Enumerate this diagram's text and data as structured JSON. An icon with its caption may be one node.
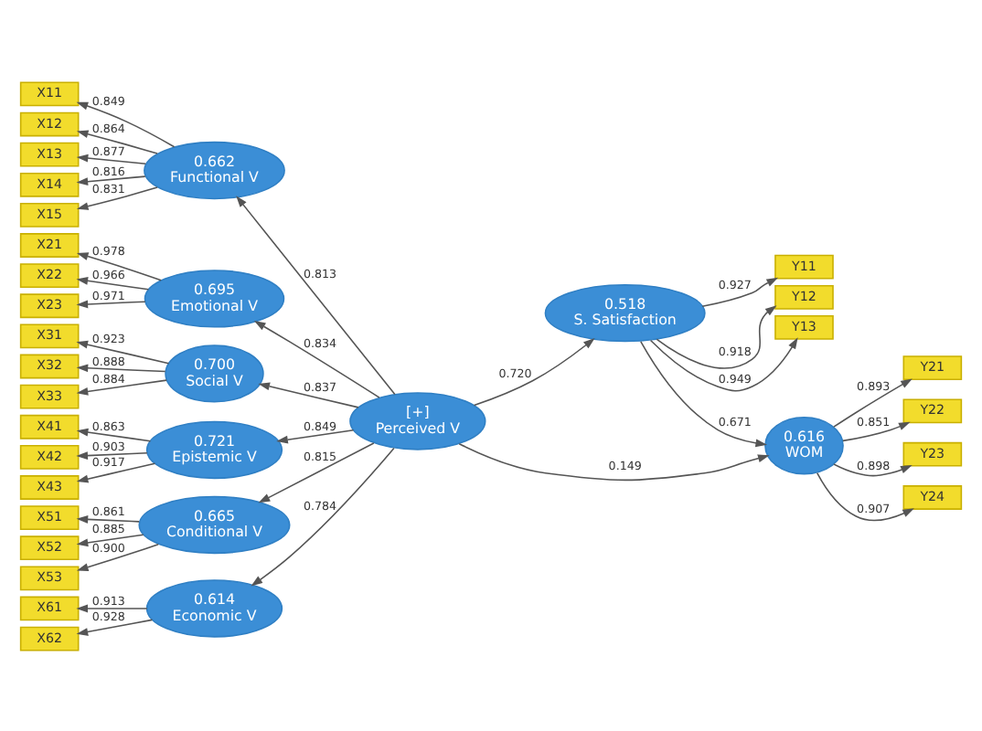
{
  "diagram": {
    "nodes": [
      {
        "text": [
          "X11"
        ]
      },
      {
        "text": [
          "X12"
        ]
      },
      {
        "text": [
          "X13"
        ]
      },
      {
        "text": [
          "X14"
        ]
      },
      {
        "text": [
          "X15"
        ]
      },
      {
        "text": [
          "0.662",
          "Functional V"
        ]
      },
      {
        "text": [
          "X21"
        ]
      },
      {
        "text": [
          "X22"
        ]
      },
      {
        "text": [
          "X23"
        ]
      },
      {
        "text": [
          "0.695",
          "Emotional V"
        ]
      },
      {
        "text": [
          "X31"
        ]
      },
      {
        "text": [
          "X32"
        ]
      },
      {
        "text": [
          "X33"
        ]
      },
      {
        "text": [
          "0.700",
          "Social V"
        ]
      },
      {
        "text": [
          "X41"
        ]
      },
      {
        "text": [
          "X42"
        ]
      },
      {
        "text": [
          "X43"
        ]
      },
      {
        "text": [
          "0.721",
          "Epistemic V"
        ]
      },
      {
        "text": [
          "X51"
        ]
      },
      {
        "text": [
          "X52"
        ]
      },
      {
        "text": [
          "X53"
        ]
      },
      {
        "text": [
          "0.665",
          "Conditional V"
        ]
      },
      {
        "text": [
          "X61"
        ]
      },
      {
        "text": [
          "X62"
        ]
      },
      {
        "text": [
          "0.614",
          "Economic V"
        ]
      },
      {
        "text": [
          "[+]",
          "Perceived V"
        ]
      },
      {
        "text": [
          "Y11"
        ]
      },
      {
        "text": [
          "Y12"
        ]
      },
      {
        "text": [
          "Y13"
        ]
      },
      {
        "text": [
          "0.518",
          "S. Satisfaction"
        ]
      },
      {
        "text": [
          "0.616",
          "WOM"
        ]
      },
      {
        "text": [
          "Y21"
        ]
      },
      {
        "text": [
          "Y22"
        ]
      },
      {
        "text": [
          "Y23"
        ]
      },
      {
        "text": [
          "Y24"
        ]
      }
    ],
    "edges": [
      {
        "from": 5,
        "to": 0,
        "label": "0.849",
        "arrow": "to"
      },
      {
        "from": 5,
        "to": 1,
        "label": "0.864",
        "arrow": "to"
      },
      {
        "from": 5,
        "to": 2,
        "label": "0.877",
        "arrow": "to"
      },
      {
        "from": 5,
        "to": 3,
        "label": "0.816",
        "arrow": "to"
      },
      {
        "from": 5,
        "to": 4,
        "label": "0.831",
        "arrow": "to"
      },
      {
        "from": 9,
        "to": 6,
        "label": "0.978",
        "arrow": "to"
      },
      {
        "from": 9,
        "to": 7,
        "label": "0.966",
        "arrow": "to"
      },
      {
        "from": 9,
        "to": 8,
        "label": "0.971",
        "arrow": "to"
      },
      {
        "from": 13,
        "to": 10,
        "label": "0.923",
        "arrow": "to"
      },
      {
        "from": 13,
        "to": 11,
        "label": "0.888",
        "arrow": "to"
      },
      {
        "from": 13,
        "to": 12,
        "label": "0.884",
        "arrow": "to"
      },
      {
        "from": 17,
        "to": 14,
        "label": "0.863",
        "arrow": "to"
      },
      {
        "from": 17,
        "to": 15,
        "label": "0.903",
        "arrow": "to"
      },
      {
        "from": 17,
        "to": 16,
        "label": "0.917",
        "arrow": "to"
      },
      {
        "from": 21,
        "to": 18,
        "label": "0.861",
        "arrow": "to"
      },
      {
        "from": 21,
        "to": 19,
        "label": "0.885",
        "arrow": "to"
      },
      {
        "from": 21,
        "to": 20,
        "label": "0.900",
        "arrow": "to"
      },
      {
        "from": 24,
        "to": 22,
        "label": "0.913",
        "arrow": "to"
      },
      {
        "from": 24,
        "to": 23,
        "label": "0.928",
        "arrow": "to"
      },
      {
        "from": 25,
        "to": 5,
        "label": "0.813",
        "arrow": "to"
      },
      {
        "from": 25,
        "to": 9,
        "label": "0.834",
        "arrow": "to"
      },
      {
        "from": 25,
        "to": 13,
        "label": "0.837",
        "arrow": "to"
      },
      {
        "from": 25,
        "to": 17,
        "label": "0.849",
        "arrow": "to"
      },
      {
        "from": 25,
        "to": 21,
        "label": "0.815",
        "arrow": "to"
      },
      {
        "from": 25,
        "to": 24,
        "label": "0.784",
        "arrow": "to"
      },
      {
        "from": 29,
        "to": 26,
        "label": "0.927",
        "arrow": "to"
      },
      {
        "from": 29,
        "to": 27,
        "label": "0.918",
        "arrow": "to"
      },
      {
        "from": 29,
        "to": 28,
        "label": "0.949",
        "arrow": "to"
      },
      {
        "from": 25,
        "to": 29,
        "label": "0.720",
        "arrow": "to"
      },
      {
        "from": 29,
        "to": 30,
        "label": "0.671",
        "arrow": "to"
      },
      {
        "from": 25,
        "to": 30,
        "label": "0.149",
        "arrow": "to"
      },
      {
        "from": 30,
        "to": 31,
        "label": "0.893",
        "arrow": "to"
      },
      {
        "from": 30,
        "to": 32,
        "label": "0.851",
        "arrow": "to"
      },
      {
        "from": 30,
        "to": 33,
        "label": "0.898",
        "arrow": "to"
      },
      {
        "from": 30,
        "to": 34,
        "label": "0.907",
        "arrow": "to"
      }
    ]
  }
}
